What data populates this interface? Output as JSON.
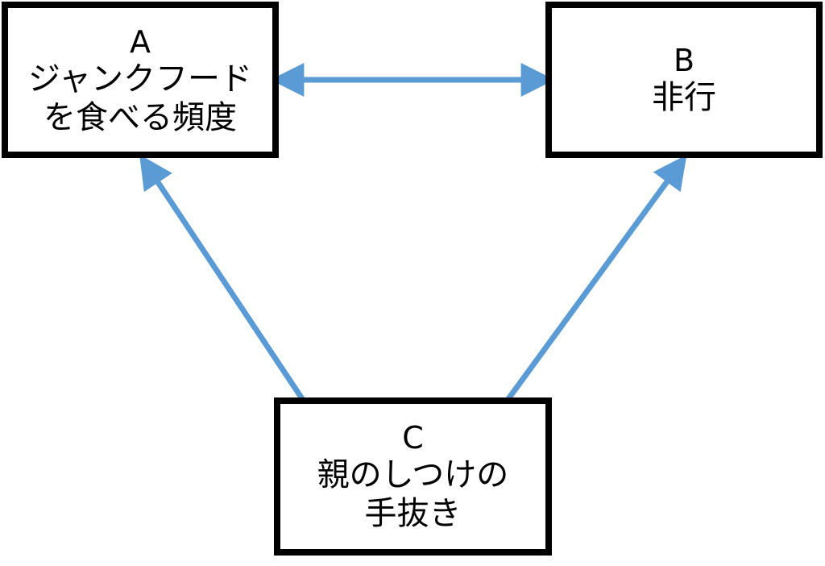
{
  "nodes": {
    "a": {
      "letter": "A",
      "lines": [
        "ジャンクフード",
        "を食べる頻度"
      ]
    },
    "b": {
      "letter": "B",
      "lines": [
        "非行"
      ]
    },
    "c": {
      "letter": "C",
      "lines": [
        "親のしつけの",
        "手抜き"
      ]
    }
  },
  "colors": {
    "arrow": "#5B9BD5",
    "box_border": "#000000",
    "background": "#FFFFFF"
  }
}
